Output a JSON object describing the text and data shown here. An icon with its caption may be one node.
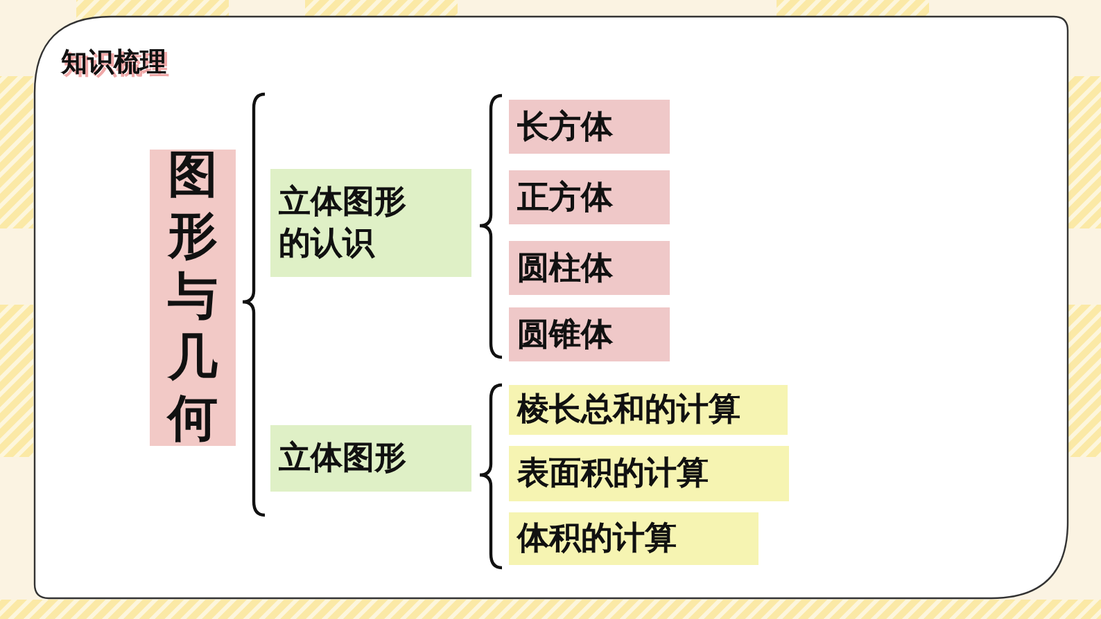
{
  "diagram": {
    "title": "知识梳理",
    "nodes": [
      {
        "text": [
          "图形与几何"
        ]
      },
      {
        "text": [
          "立体图形的认识"
        ]
      },
      {
        "text": [
          "立体图形"
        ]
      },
      {
        "text": [
          "长方体"
        ]
      },
      {
        "text": [
          "正方体"
        ]
      },
      {
        "text": [
          "圆柱体"
        ]
      },
      {
        "text": [
          "圆锥体"
        ]
      },
      {
        "text": [
          "棱长总和的计算"
        ]
      },
      {
        "text": [
          "表面积的计算"
        ]
      },
      {
        "text": [
          "体积的计算"
        ]
      }
    ]
  }
}
